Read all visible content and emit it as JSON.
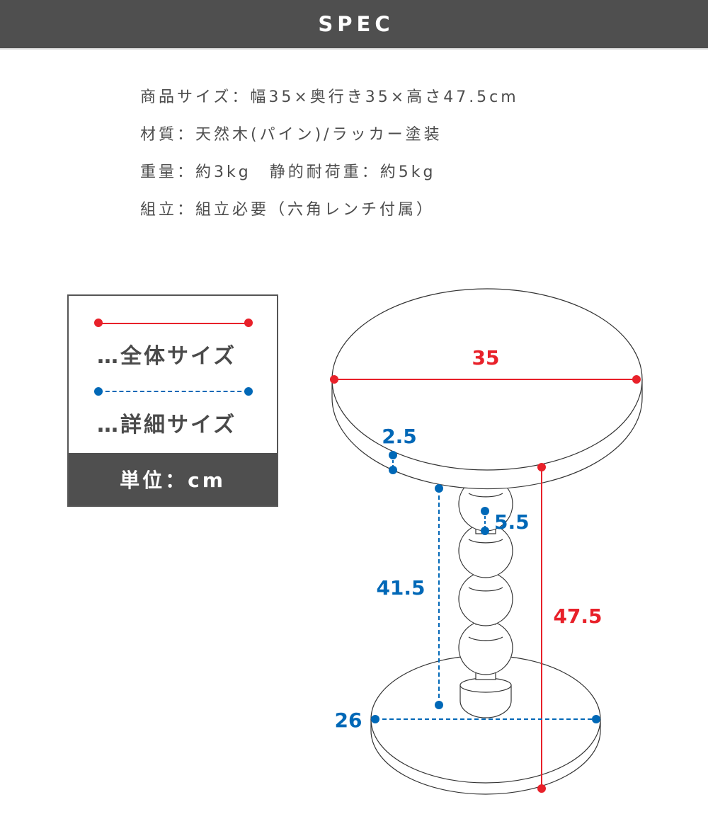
{
  "header": {
    "title": "SPEC"
  },
  "specs": [
    "商品サイズ：幅35×奥行き35×高さ47.5cm",
    "材質：天然木(パイン)/ラッカー塗装",
    "重量：約3kg　静的耐荷重：約5kg",
    "組立：組立必要（六角レンチ付属）"
  ],
  "legend": {
    "overall_label": "…全体サイズ",
    "detail_label": "…詳細サイズ",
    "unit_label": "単位：cm"
  },
  "colors": {
    "overall": "#e8212a",
    "detail": "#0068b7",
    "header_bg": "#4f4f4f"
  },
  "dimensions": {
    "top_width": "35",
    "top_thickness": "2.5",
    "ball_height": "5.5",
    "leg_height": "41.5",
    "total_height": "47.5",
    "base_width": "26"
  }
}
